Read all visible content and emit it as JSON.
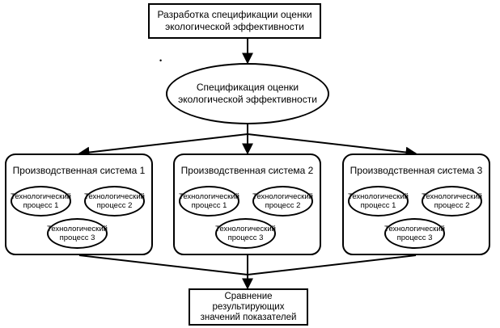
{
  "top_box": {
    "line1": "Разработка спецификации оценки",
    "line2": "экологической эффективности"
  },
  "spec_ellipse": {
    "line1": "Спецификация оценки",
    "line2": "экологической эффективности"
  },
  "systems": [
    {
      "title": "Производственная система 1",
      "processes": [
        {
          "line1": "Технологический",
          "line2": "процесс 1"
        },
        {
          "line1": "Технологический",
          "line2": "процесс 2"
        },
        {
          "line1": "Технологический",
          "line2": "процесс 3"
        }
      ]
    },
    {
      "title": "Производственная система 2",
      "processes": [
        {
          "line1": "Технологический",
          "line2": "процесс 1"
        },
        {
          "line1": "Технологический",
          "line2": "процесс 2"
        },
        {
          "line1": "Технологический",
          "line2": "процесс 3"
        }
      ]
    },
    {
      "title": "Производственная система 3",
      "processes": [
        {
          "line1": "Технологический",
          "line2": "процесс 1"
        },
        {
          "line1": "Технологический",
          "line2": "процесс 2"
        },
        {
          "line1": "Технологический",
          "line2": "процесс 3"
        }
      ]
    }
  ],
  "bottom_box": {
    "line1": "Сравнение",
    "line2": "результирующих",
    "line3": "значений показателей"
  },
  "stray_mark": "•",
  "colors": {
    "stroke": "#000000",
    "background": "#ffffff"
  }
}
